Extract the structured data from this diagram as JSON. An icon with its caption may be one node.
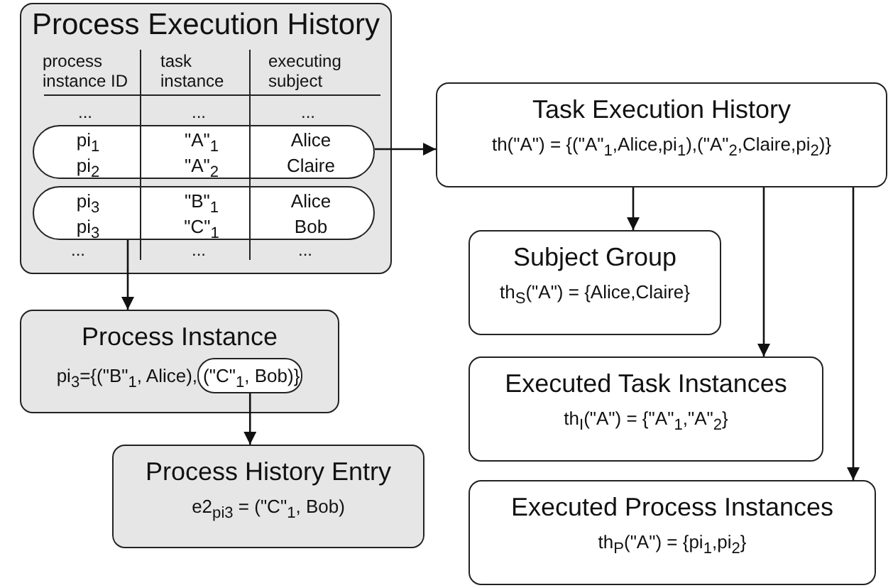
{
  "diagram": {
    "nodes": [
      {
        "text": [
          "Process Execution History"
        ]
      },
      {
        "text": [
          "pi$_{1}$",
          "\"A\"$_{1}$",
          "Alice",
          "pi$_{2}$",
          "\"A\"$_{2}$",
          "Claire"
        ],
        "in": 0
      },
      {
        "text": [
          "pi$_{3}$",
          "\"B\"$_{1}$",
          "Alice",
          "pi$_{3}$",
          "\"C\"$_{1}$",
          "Bob"
        ],
        "in": 0
      },
      {
        "text": [
          "Process Instance",
          "pi$_{3}$={(\"B\"$_{1}$, Alice),"
        ]
      },
      {
        "text": [
          "(\"C\"$_{1}$, Bob)}"
        ],
        "in": 3
      },
      {
        "text": [
          "Process History Entry",
          "e2$_{pi3}$ = (\"C\"$_{1}$, Bob)"
        ]
      },
      {
        "text": [
          "Task Execution History",
          "th(\"A\") = {(\"A\"$_{1}$,Alice,pi$_{1}$),(\"A\"$_{2}$,Claire,pi$_{2}$)}"
        ]
      },
      {
        "text": [
          "Subject Group",
          "th$_{S}$(\"A\") = {Alice,Claire}"
        ]
      },
      {
        "text": [
          "Executed Task Instances",
          "th$_{I}$(\"A\") = {\"A\"$_{1}$,\"A\"$_{2}$}"
        ]
      },
      {
        "text": [
          "Executed Process Instances",
          "th$_{P}$(\"A\") = {pi$_{1}$,pi$_{2}$}"
        ]
      }
    ],
    "edges": [
      {
        "from": 1,
        "to": 6,
        "arrow": "to"
      },
      {
        "from": 2,
        "to": 3,
        "arrow": "to"
      },
      {
        "from": 4,
        "to": 5,
        "arrow": "to"
      },
      {
        "from": 6,
        "to": 7,
        "arrow": "to"
      },
      {
        "from": 6,
        "to": 8,
        "arrow": "to"
      },
      {
        "from": 6,
        "to": 9,
        "arrow": "to"
      }
    ],
    "labels": [
      "process instance ID",
      "task instance",
      "executing subject",
      "...",
      "...",
      "...",
      "...",
      "...",
      "..."
    ]
  }
}
